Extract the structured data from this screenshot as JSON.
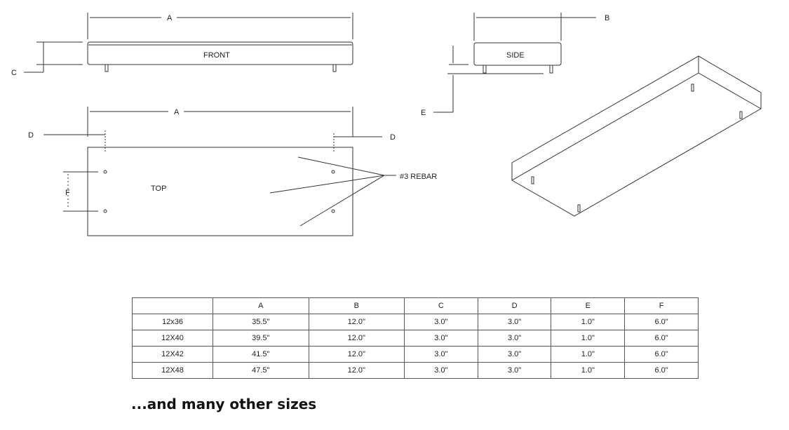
{
  "views": {
    "front": "FRONT",
    "side": "SIDE",
    "top": "TOP"
  },
  "dimensions": {
    "a": "A",
    "b": "B",
    "c": "C",
    "d": "D",
    "e": "E",
    "f": "F"
  },
  "callout": "#3 REBAR",
  "table": {
    "headers": [
      "",
      "A",
      "B",
      "C",
      "D",
      "E",
      "F"
    ],
    "rows": [
      [
        "12x36",
        "35.5\"",
        "12.0\"",
        "3.0\"",
        "3.0\"",
        "1.0\"",
        "6.0\""
      ],
      [
        "12X40",
        "39.5\"",
        "12.0\"",
        "3.0\"",
        "3.0\"",
        "1.0\"",
        "6.0\""
      ],
      [
        "12X42",
        "41.5\"",
        "12.0\"",
        "3.0\"",
        "3.0\"",
        "1.0\"",
        "6.0\""
      ],
      [
        "12X48",
        "47.5\"",
        "12.0\"",
        "3.0\"",
        "3.0\"",
        "1.0\"",
        "6.0\""
      ]
    ]
  },
  "caption": "...and many other sizes"
}
